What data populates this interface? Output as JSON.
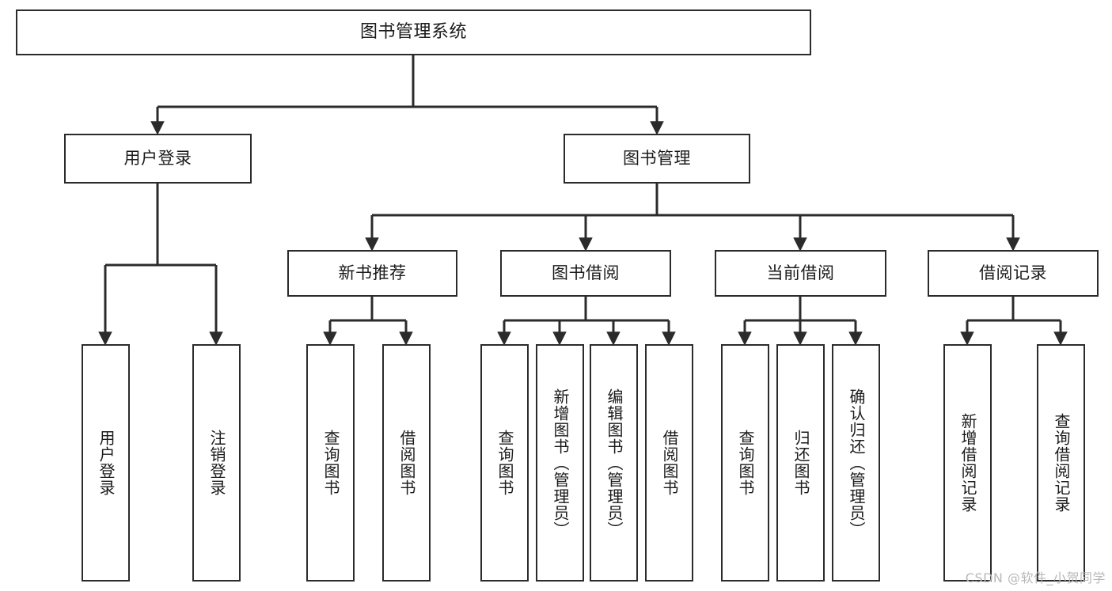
{
  "diagram": {
    "title": "图书管理系统",
    "type": "tree",
    "watermark": "CSDN @软件_小贺同学",
    "colors": {
      "stroke": "#2b2b2b",
      "fill": "#ffffff",
      "background": "#ffffff",
      "watermark": "#b8b8b8"
    },
    "nodes": {
      "root": {
        "label": "图书管理系统"
      },
      "level2": [
        {
          "label": "用户登录"
        },
        {
          "label": "图书管理"
        }
      ],
      "level3": [
        {
          "label": "新书推荐"
        },
        {
          "label": "图书借阅"
        },
        {
          "label": "当前借阅"
        },
        {
          "label": "借阅记录"
        }
      ],
      "leaves_user_login": [
        {
          "label": "用户登录"
        },
        {
          "label": "注销登录"
        }
      ],
      "leaves_new_books": [
        {
          "label": "查询图书"
        },
        {
          "label": "借阅图书"
        }
      ],
      "leaves_borrow": [
        {
          "label": "查询图书"
        },
        {
          "label": "新增图书（管理员）"
        },
        {
          "label": "编辑图书（管理员）"
        },
        {
          "label": "借阅图书"
        }
      ],
      "leaves_current": [
        {
          "label": "查询图书"
        },
        {
          "label": "归还图书"
        },
        {
          "label": "确认归还（管理员）"
        }
      ],
      "leaves_records": [
        {
          "label": "新增借阅记录"
        },
        {
          "label": "查询借阅记录"
        }
      ]
    }
  }
}
